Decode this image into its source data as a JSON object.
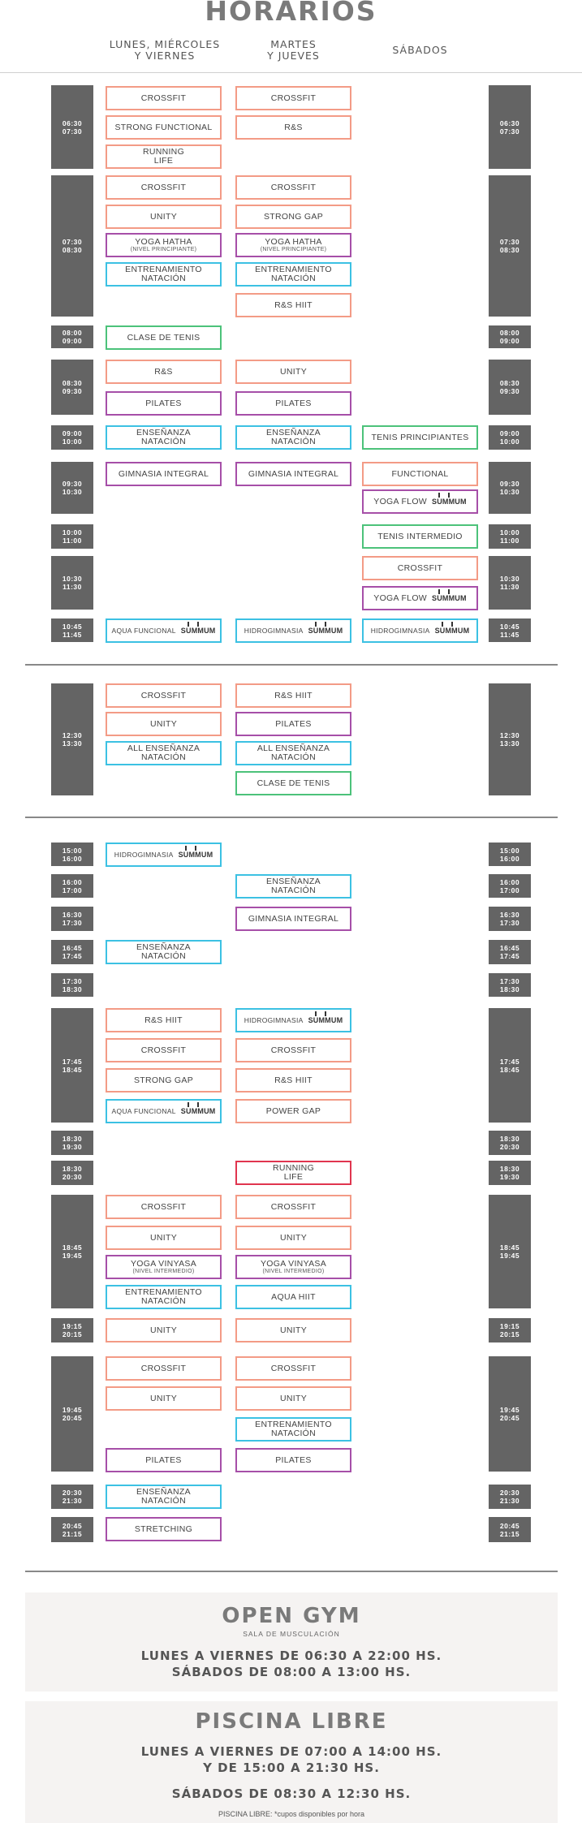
{
  "page": {
    "title": "HORARIOS",
    "columns": [
      "LUNES, MIÉRCOLES\nY VIERNES",
      "MARTES\nY JUEVES",
      "SÁBADOS"
    ],
    "brand_tag": "SUMMUM"
  },
  "time_blocks": [
    {
      "left": "06:30\n07:30",
      "right": "06:30\n07:30"
    },
    {
      "left": "07:30\n08:30",
      "right": "07:30\n08:30"
    },
    {
      "left": "08:00\n09:00",
      "right": "08:00\n09:00"
    },
    {
      "left": "08:30\n09:30",
      "right": "08:30\n09:30"
    },
    {
      "left": "09:00\n10:00",
      "right": "09:00\n10:00"
    },
    {
      "left": "09:30\n10:30",
      "right": "09:30\n10:30"
    },
    {
      "left": "10:00\n11:00",
      "right": "10:00\n11:00"
    },
    {
      "left": "10:30\n11:30",
      "right": "10:30\n11:30"
    },
    {
      "left": "10:45\n11:45",
      "right": "10:45\n11:45"
    },
    {
      "left": "12:30\n13:30",
      "right": "12:30\n13:30"
    },
    {
      "left": "15:00\n16:00",
      "right": "15:00\n16:00"
    },
    {
      "left": "16:00\n17:00",
      "right": "16:00\n17:00"
    },
    {
      "left": "16:30\n17:30",
      "right": "16:30\n17:30"
    },
    {
      "left": "16:45\n17:45",
      "right": "16:45\n17:45"
    },
    {
      "left": "17:30\n18:30",
      "right": "17:30\n18:30"
    },
    {
      "left": "17:45\n18:45",
      "right": "17:45\n18:45"
    },
    {
      "left": "18:30\n19:30",
      "right": "18:30\n20:30"
    },
    {
      "left": "18:30\n20:30",
      "right": "18:30\n19:30"
    },
    {
      "left": "18:45\n19:45",
      "right": "18:45\n19:45"
    },
    {
      "left": "19:15\n20:15",
      "right": "19:15\n20:15"
    },
    {
      "left": "19:45\n20:45",
      "right": "19:45\n20:45"
    },
    {
      "left": "20:30\n21:30",
      "right": "20:30\n21:30"
    },
    {
      "left": "20:45\n21:15",
      "right": "20:45\n21:15"
    }
  ],
  "classes": [
    {
      "text": "CROSSFIT",
      "color": "#f39b86"
    },
    {
      "text": "CROSSFIT",
      "color": "#f39b86"
    },
    {
      "text": "STRONG FUNCTIONAL",
      "color": "#f39b86"
    },
    {
      "text": "R&S",
      "color": "#f39b86"
    },
    {
      "text": "RUNNING\nLIFE",
      "color": "#f39b86"
    },
    {
      "text": "CROSSFIT",
      "color": "#f39b86"
    },
    {
      "text": "CROSSFIT",
      "color": "#f39b86"
    },
    {
      "text": "UNITY",
      "color": "#f39b86"
    },
    {
      "text": "STRONG GAP",
      "color": "#f39b86"
    },
    {
      "text": "YOGA HATHA",
      "sub": "(NIVEL PRINCIPIANTE)",
      "color": "#a64fa8"
    },
    {
      "text": "YOGA HATHA",
      "sub": "(NIVEL PRINCIPIANTE)",
      "color": "#a64fa8"
    },
    {
      "text": "ENTRENAMIENTO\nNATACIÓN",
      "color": "#3cc1e3"
    },
    {
      "text": "ENTRENAMIENTO\nNATACIÓN",
      "color": "#3cc1e3"
    },
    {
      "text": "R&S HIIT",
      "color": "#f39b86"
    },
    {
      "text": "CLASE DE TENIS",
      "color": "#4cc27a"
    },
    {
      "text": "R&S",
      "color": "#f39b86"
    },
    {
      "text": "UNITY",
      "color": "#f39b86"
    },
    {
      "text": "PILATES",
      "color": "#a64fa8"
    },
    {
      "text": "PILATES",
      "color": "#a64fa8"
    },
    {
      "text": "ENSEÑANZA\nNATACIÓN",
      "color": "#3cc1e3"
    },
    {
      "text": "ENSEÑANZA\nNATACIÓN",
      "color": "#3cc1e3"
    },
    {
      "text": "TENIS PRINCIPIANTES",
      "color": "#4cc27a"
    },
    {
      "text": "GIMNASIA INTEGRAL",
      "color": "#a64fa8"
    },
    {
      "text": "GIMNASIA INTEGRAL",
      "color": "#a64fa8"
    },
    {
      "text": "FUNCTIONAL",
      "color": "#f39b86"
    },
    {
      "text": "YOGA FLOW",
      "brand": true,
      "color": "#a64fa8"
    },
    {
      "text": "TENIS INTERMEDIO",
      "color": "#4cc27a"
    },
    {
      "text": "CROSSFIT",
      "color": "#f39b86"
    },
    {
      "text": "YOGA FLOW",
      "brand": true,
      "color": "#a64fa8"
    },
    {
      "text": "AQUA FUNCIONAL",
      "brand": true,
      "small": true,
      "color": "#3cc1e3"
    },
    {
      "text": "HIDROGIMNASIA",
      "brand": true,
      "small": true,
      "color": "#3cc1e3"
    },
    {
      "text": "HIDROGIMNASIA",
      "brand": true,
      "small": true,
      "color": "#3cc1e3"
    },
    {
      "text": "CROSSFIT",
      "color": "#f39b86"
    },
    {
      "text": "R&S HIIT",
      "color": "#f39b86"
    },
    {
      "text": "UNITY",
      "color": "#f39b86"
    },
    {
      "text": "PILATES",
      "color": "#a64fa8"
    },
    {
      "text": "ALL ENSEÑANZA\nNATACIÓN",
      "color": "#3cc1e3"
    },
    {
      "text": "ALL ENSEÑANZA\nNATACIÓN",
      "color": "#3cc1e3"
    },
    {
      "text": "CLASE DE TENIS",
      "color": "#4cc27a"
    },
    {
      "text": "HIDROGIMNASIA",
      "brand": true,
      "small": true,
      "color": "#3cc1e3"
    },
    {
      "text": "ENSEÑANZA\nNATACIÓN",
      "color": "#3cc1e3"
    },
    {
      "text": "GIMNASIA INTEGRAL",
      "color": "#a64fa8"
    },
    {
      "text": "ENSEÑANZA\nNATACIÓN",
      "color": "#3cc1e3"
    },
    {
      "text": "R&S HIIT",
      "color": "#f39b86"
    },
    {
      "text": "HIDROGIMNASIA",
      "brand": true,
      "small": true,
      "color": "#3cc1e3"
    },
    {
      "text": "CROSSFIT",
      "color": "#f39b86"
    },
    {
      "text": "CROSSFIT",
      "color": "#f39b86"
    },
    {
      "text": "STRONG GAP",
      "color": "#f39b86"
    },
    {
      "text": "R&S HIIT",
      "color": "#f39b86"
    },
    {
      "text": "AQUA FUNCIONAL",
      "brand": true,
      "small": true,
      "color": "#3cc1e3"
    },
    {
      "text": "POWER GAP",
      "color": "#f39b86"
    },
    {
      "text": "RUNNING\nLIFE",
      "color": "#e0354f"
    },
    {
      "text": "CROSSFIT",
      "color": "#f39b86"
    },
    {
      "text": "CROSSFIT",
      "color": "#f39b86"
    },
    {
      "text": "UNITY",
      "color": "#f39b86"
    },
    {
      "text": "UNITY",
      "color": "#f39b86"
    },
    {
      "text": "YOGA VINYASA",
      "sub": "(NIVEL INTERMEDIO)",
      "color": "#a64fa8"
    },
    {
      "text": "YOGA VINYASA",
      "sub": "(NIVEL INTERMEDIO)",
      "color": "#a64fa8"
    },
    {
      "text": "ENTRENAMIENTO\nNATACIÓN",
      "color": "#3cc1e3"
    },
    {
      "text": "AQUA HIIT",
      "color": "#3cc1e3"
    },
    {
      "text": "UNITY",
      "color": "#f39b86"
    },
    {
      "text": "UNITY",
      "color": "#f39b86"
    },
    {
      "text": "CROSSFIT",
      "color": "#f39b86"
    },
    {
      "text": "CROSSFIT",
      "color": "#f39b86"
    },
    {
      "text": "UNITY",
      "color": "#f39b86"
    },
    {
      "text": "UNITY",
      "color": "#f39b86"
    },
    {
      "text": "ENTRENAMIENTO\nNATACIÓN",
      "color": "#3cc1e3"
    },
    {
      "text": "PILATES",
      "color": "#a64fa8"
    },
    {
      "text": "PILATES",
      "color": "#a64fa8"
    },
    {
      "text": "ENSEÑANZA\nNATACIÓN",
      "color": "#3cc1e3"
    },
    {
      "text": "STRETCHING",
      "color": "#a64fa8"
    }
  ],
  "open_gym": {
    "title": "OPEN GYM",
    "subtitle": "SALA DE MUSCULACIÓN",
    "line1": "LUNES A VIERNES DE 06:30 A 22:00 HS.",
    "line2": "SÁBADOS DE 08:00 A 13:00 HS."
  },
  "piscina": {
    "title": "PISCINA LIBRE",
    "line1": "LUNES A VIERNES DE 07:00 A 14:00 HS.",
    "line2": "Y DE 15:00 A 21:30 HS.",
    "line3": "SÁBADOS DE 08:30 A 12:30 HS.",
    "note": "PISCINA LIBRE: *cupos disponibles por hora"
  }
}
